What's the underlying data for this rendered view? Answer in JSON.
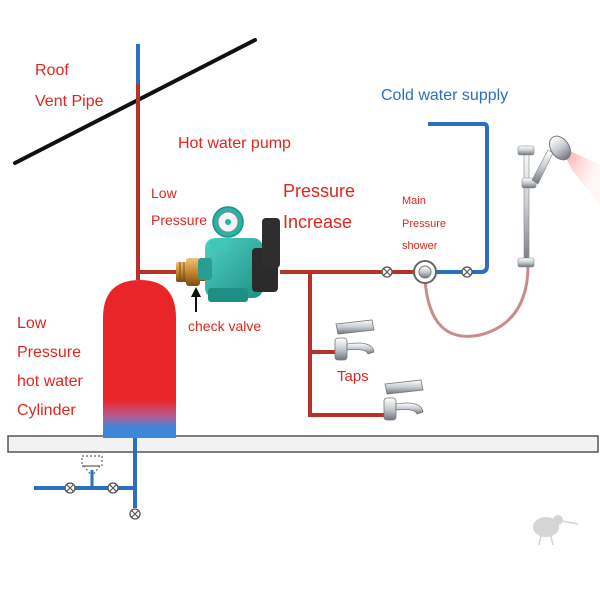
{
  "labels": {
    "roof": "Roof",
    "vent_pipe": "Vent Pipe",
    "hot_water_pump": "Hot water pump",
    "low_pressure_pump_1": "Low",
    "low_pressure_pump_2": "Pressure",
    "pressure_increase_1": "Pressure",
    "pressure_increase_2": "Increase",
    "cold_water_supply": "Cold water supply",
    "main_pressure_shower_1": "Main",
    "main_pressure_shower_2": "Pressure",
    "main_pressure_shower_3": "shower",
    "check_valve": "check valve",
    "taps": "Taps",
    "cylinder_1": "Low",
    "cylinder_2": "Pressure",
    "cylinder_3": "hot water",
    "cylinder_4": "Cylinder"
  },
  "colors": {
    "hot_pipe": "#b8312b",
    "cold_pipe": "#2a6fc0",
    "text_red": "#e0261f",
    "text_blue": "#2a6fc0",
    "cylinder_hot": "#e8262a",
    "cylinder_cold": "#3f86d6",
    "pump_body": "#2ab3a6",
    "floor": "#f2f2f2",
    "roof_line": "#111111"
  },
  "icons": {
    "pump": "circulation-pump-icon",
    "check_valve": "brass-check-valve-icon",
    "tap": "mixer-tap-icon",
    "shower": "shower-head-icon",
    "valve": "isolation-valve-icon",
    "watermark": "kiwi-bird-watermark-icon"
  }
}
